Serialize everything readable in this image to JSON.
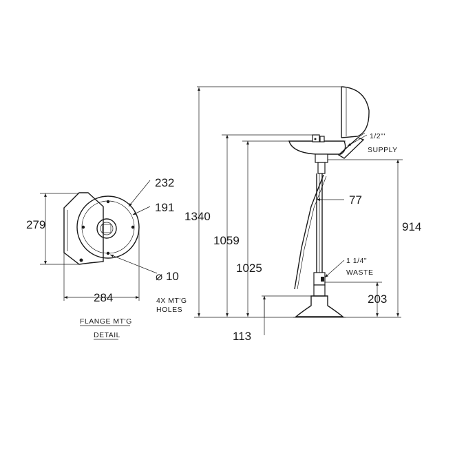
{
  "flange_detail": {
    "dims": {
      "outer_diameter": "232",
      "bolt_circle": "191",
      "height": "279",
      "width": "284",
      "hole": "⌀ 10"
    },
    "holes_note_line1": "4X MT'G",
    "holes_note_line2": "HOLES",
    "caption_line1": "FLANGE MT'G",
    "caption_line2": "DETAIL"
  },
  "side_view": {
    "dims": {
      "overall_height": "1340",
      "bowl_rim_height": "1059",
      "bowl_bottom_height": "1025",
      "supply_height": "914",
      "pipe_offset": "77",
      "waste_height": "203",
      "base_offset": "113"
    },
    "supply_label_line1": "1/2\"'",
    "supply_label_line2": "SUPPLY",
    "waste_label_line1": "1 1/4\"",
    "waste_label_line2": "WASTE"
  },
  "colors": {
    "line": "#1a1a1a",
    "background": "#ffffff"
  }
}
